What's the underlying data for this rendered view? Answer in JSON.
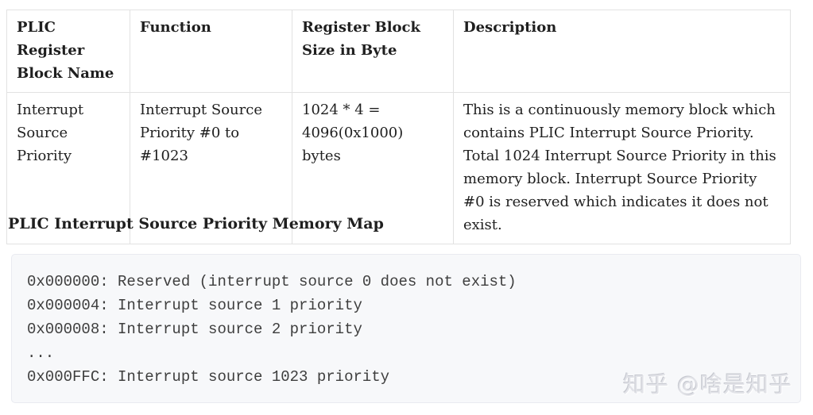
{
  "table": {
    "headers": [
      "PLIC Register Block Name",
      "Function",
      "Register Block Size in Byte",
      "Description"
    ],
    "rows": [
      {
        "block_name": "Interrupt Source Priority",
        "function": "Interrupt Source Priority #0 to #1023",
        "size_in_byte": "1024 * 4 = 4096(0x1000) bytes",
        "description": "This is a continuously memory block which contains PLIC Interrupt Source Priority. Total 1024 Interrupt Source Priority in this memory block. Interrupt Source Priority #0 is reserved which indicates it does not exist."
      }
    ]
  },
  "heading": "PLIC Interrupt Source Priority Memory Map",
  "code_block": {
    "lines": [
      "0x000000: Reserved (interrupt source 0 does not exist)",
      "0x000004: Interrupt source 1 priority",
      "0x000008: Interrupt source 2 priority",
      "...",
      "0x000FFC: Interrupt source 1023 priority"
    ]
  },
  "watermark": {
    "text": "知乎 @啥是知乎"
  },
  "colors": {
    "page_background": "#ffffff",
    "text": "#1f1f1f",
    "table_border": "#e2e2e2",
    "code_background": "#f7f8fa",
    "code_border": "#e9ebf0",
    "code_text": "#3e3e3e",
    "watermark_text": "#e2e3e8"
  }
}
